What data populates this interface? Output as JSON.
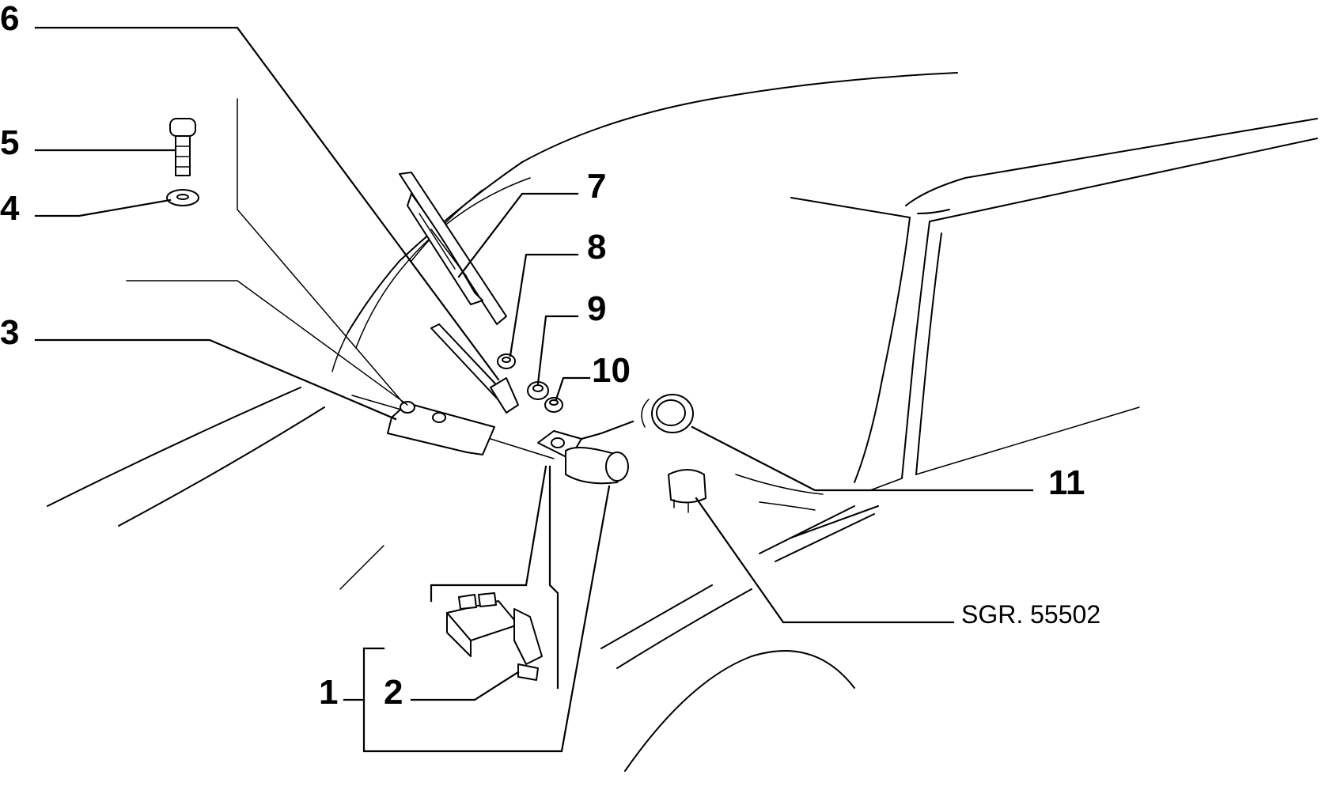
{
  "callouts": {
    "c1": "1",
    "c2": "2",
    "c3": "3",
    "c4": "4",
    "c5": "5",
    "c6": "6",
    "c7": "7",
    "c8": "8",
    "c9": "9",
    "c10": "10",
    "c11": "11",
    "ref": "SGR. 55502"
  }
}
